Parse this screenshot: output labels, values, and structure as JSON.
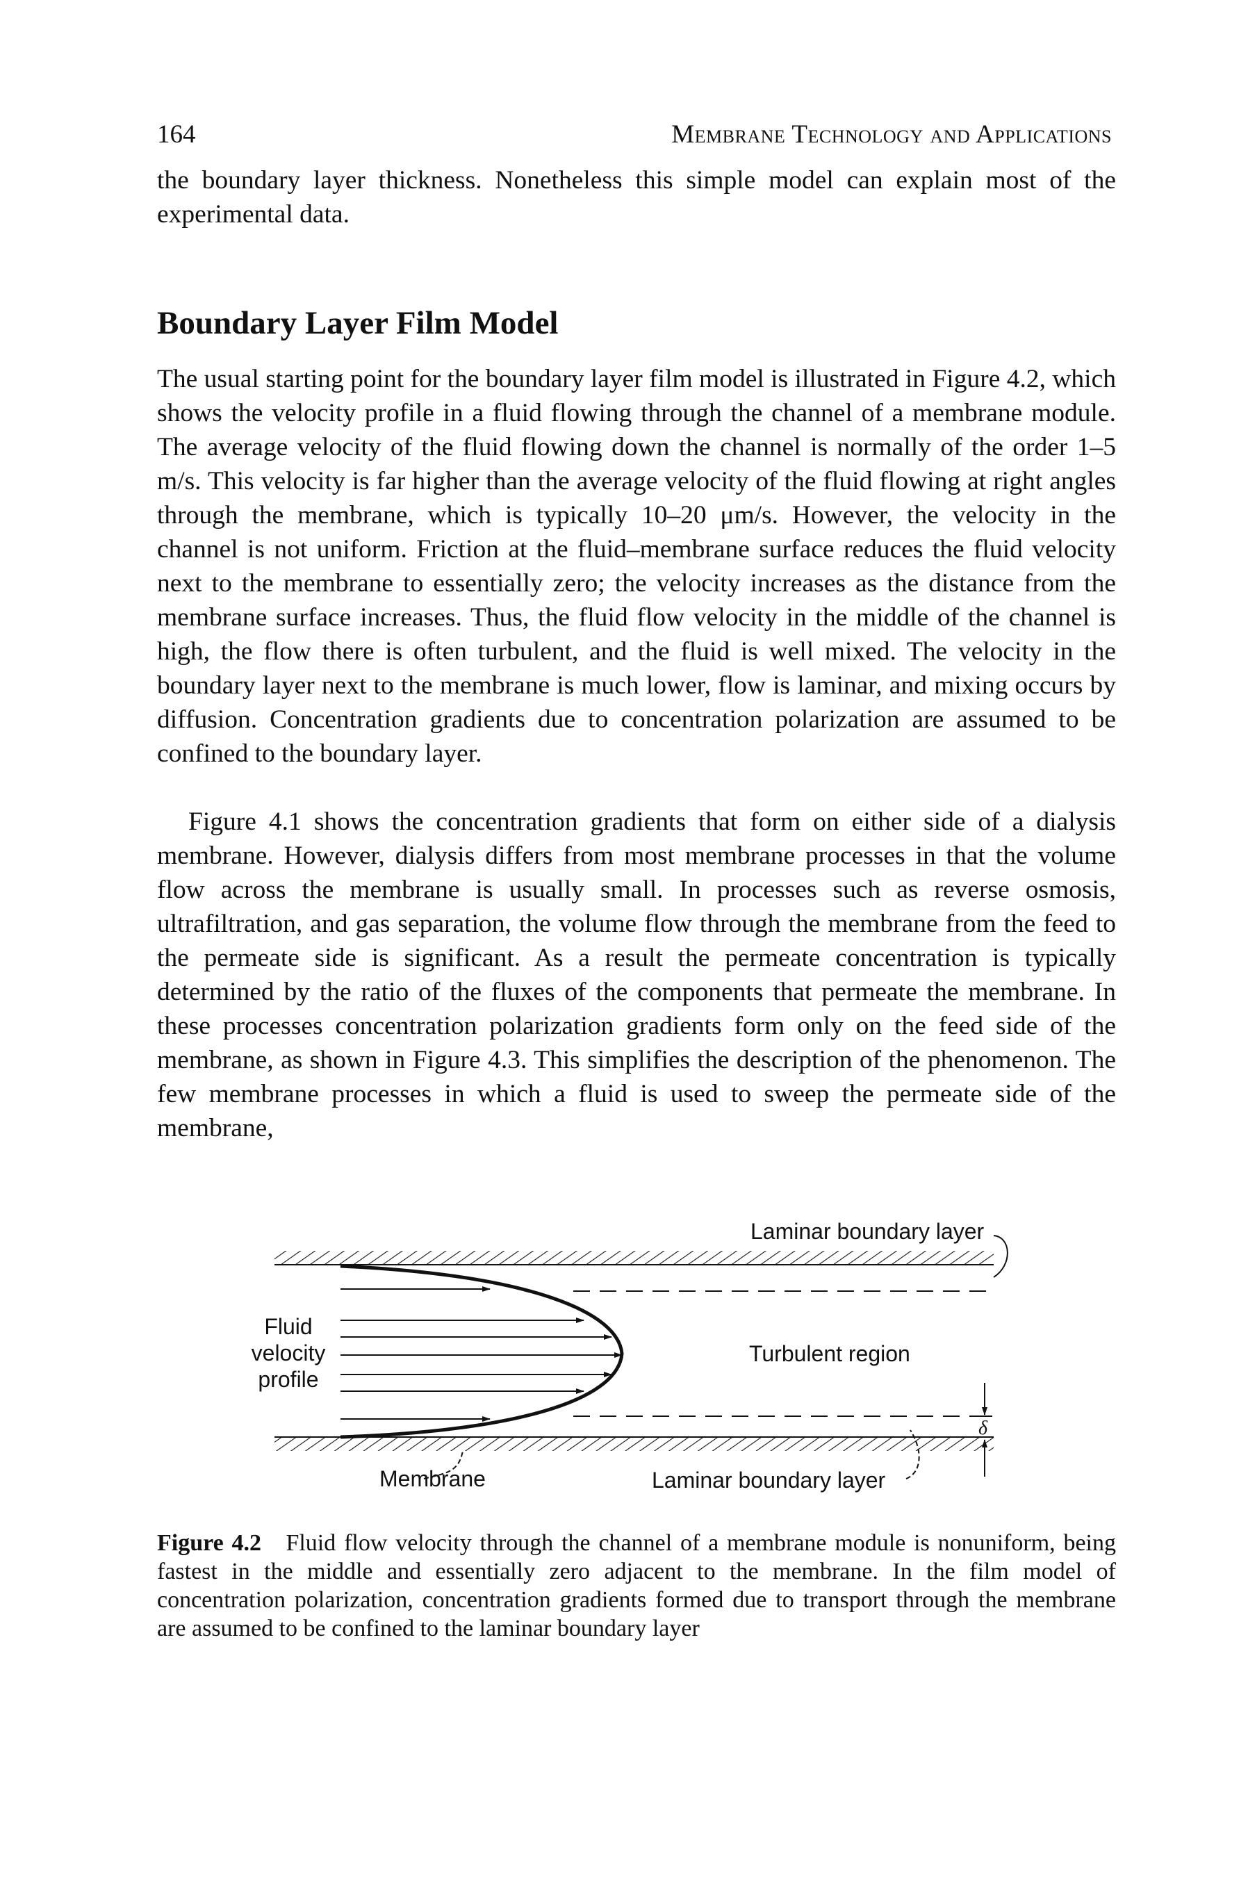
{
  "header": {
    "page_number": "164",
    "book_title": "Membrane Technology and Applications"
  },
  "body": {
    "paragraph_1": "the boundary layer thickness. Nonetheless this simple model can explain most of the experimental data.",
    "section_heading": "Boundary Layer Film Model",
    "paragraph_2": "The usual starting point for the boundary layer film model is illustrated in Figure 4.2, which shows the velocity profile in a fluid flowing through the channel of a membrane module. The average velocity of the fluid flowing down the channel is normally of the order 1–5 m/s. This velocity is far higher than the average velocity of the fluid flowing at right angles through the membrane, which is typically 10–20 μm/s. However, the velocity in the channel is not uniform. Friction at the fluid–membrane surface reduces the fluid velocity next to the membrane to essentially zero; the velocity increases as the distance from the membrane surface increases. Thus, the fluid flow velocity in the middle of the channel is high, the flow there is often turbulent, and the fluid is well mixed. The velocity in the boundary layer next to the membrane is much lower, flow is laminar, and mixing occurs by diffusion. Concentration gradients due to concentration polarization are assumed to be confined to the boundary layer.",
    "paragraph_3": "Figure 4.1 shows the concentration gradients that form on either side of a dialysis membrane. However, dialysis differs from most membrane processes in that the volume flow across the membrane is usually small. In processes such as reverse osmosis, ultrafiltration, and gas separation, the volume flow through the membrane from the feed to the permeate side is significant. As a result the permeate concentration is typically determined by the ratio of the fluxes of the components that permeate the membrane. In these processes concentration polarization gradients form only on the feed side of the membrane, as shown in Figure 4.3. This simplifies the description of the phenomenon. The few membrane processes in which a fluid is used to sweep the permeate side of the membrane,"
  },
  "figure": {
    "label_top_boundary": "Laminar boundary layer",
    "label_fluid_line1": "Fluid",
    "label_fluid_line2": "velocity",
    "label_fluid_line3": "profile",
    "label_turbulent": "Turbulent region",
    "label_delta": "δ",
    "label_membrane": "Membrane",
    "label_bottom_boundary": "Laminar boundary layer",
    "caption_label": "Figure 4.2",
    "caption_text": "Fluid flow velocity through the channel of a membrane module is nonuniform, being fastest in the middle and essentially zero adjacent to the membrane. In the film model of concentration polarization, concentration gradients formed due to transport through the membrane are assumed to be confined to the laminar boundary layer"
  }
}
